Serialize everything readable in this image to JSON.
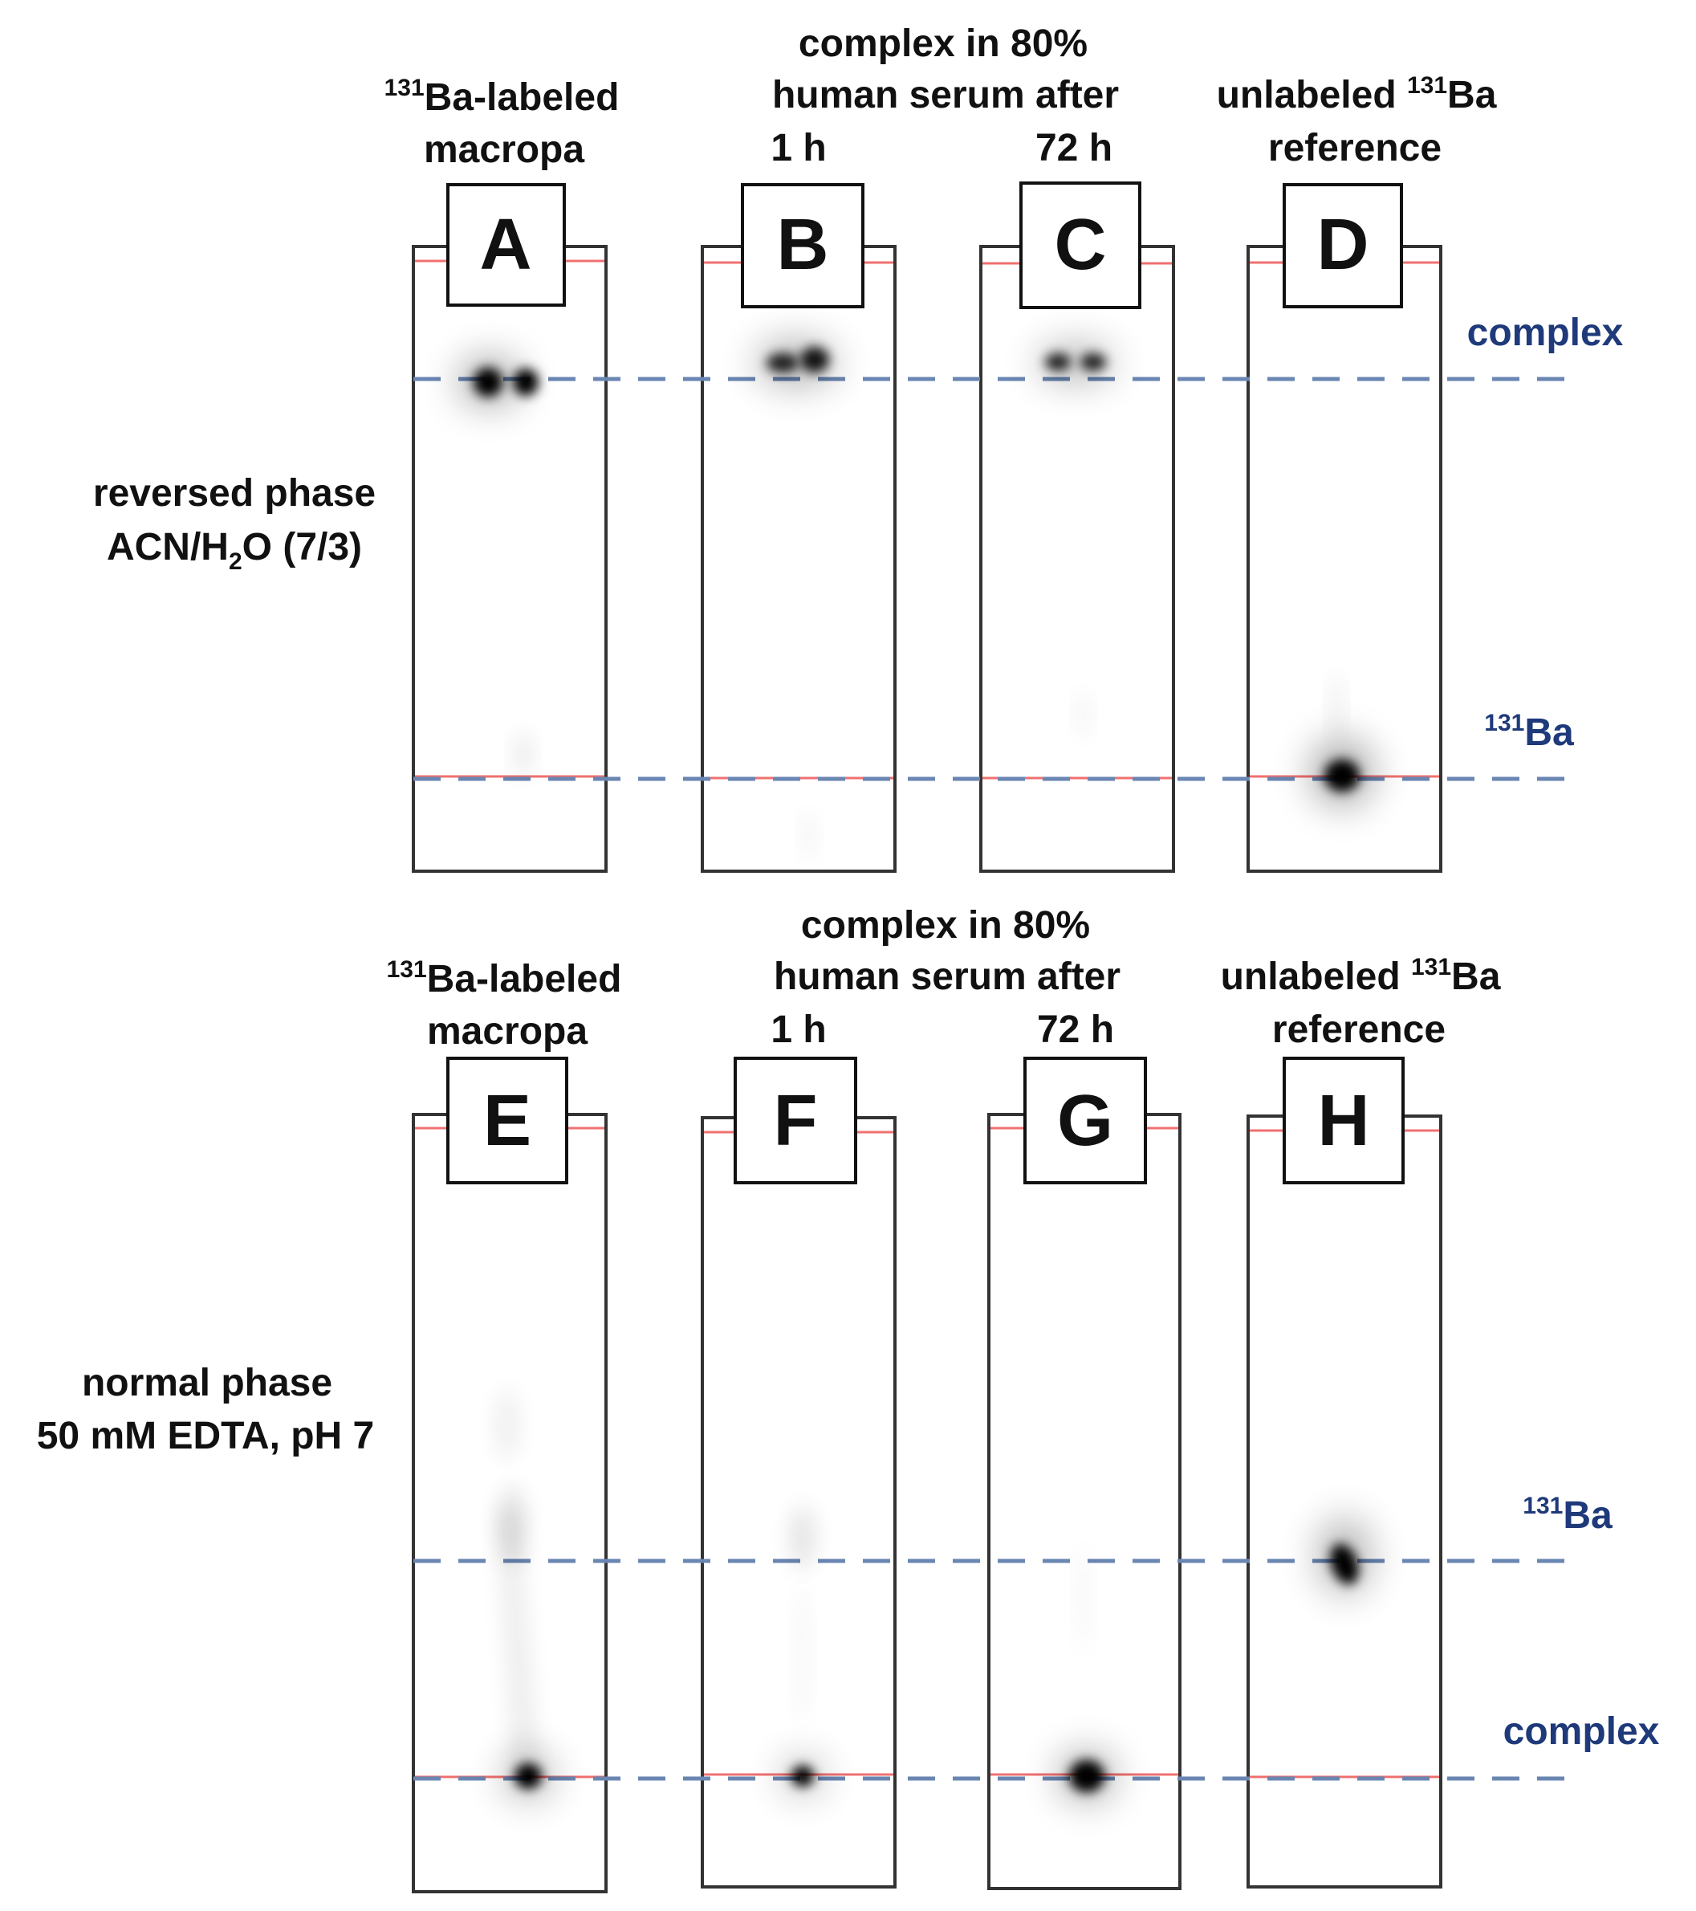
{
  "top_section": {
    "row_label": {
      "line1": "reversed phase",
      "line2_pre": "ACN/H",
      "line2_sub": "2",
      "line2_post": "O (7/3)"
    },
    "col_a": {
      "sup": "131",
      "line1": "Ba-labeled",
      "line2": "macropa"
    },
    "col_bc": {
      "line1": "complex in 80%",
      "line2": "human serum after",
      "time_b": "1 h",
      "time_c": "72 h"
    },
    "col_d": {
      "line1_pre": "unlabeled ",
      "sup": "131",
      "line1_post": "Ba",
      "line2": "reference"
    },
    "strips": [
      "A",
      "B",
      "C",
      "D"
    ],
    "marker_complex": "complex",
    "marker_ba": {
      "sup": "131",
      "text": "Ba"
    }
  },
  "bottom_section": {
    "row_label": {
      "line1": "normal phase",
      "line2": "50 mM EDTA, pH 7"
    },
    "col_e": {
      "sup": "131",
      "line1": "Ba-labeled",
      "line2": "macropa"
    },
    "col_fg": {
      "line1": "complex in 80%",
      "line2": "human serum after",
      "time_f": "1 h",
      "time_g": "72 h"
    },
    "col_h": {
      "line1_pre": "unlabeled ",
      "sup": "131",
      "line1_post": "Ba",
      "line2": "reference"
    },
    "strips": [
      "E",
      "F",
      "G",
      "H"
    ],
    "marker_ba": {
      "sup": "131",
      "text": "Ba"
    },
    "marker_complex": "complex"
  },
  "colors": {
    "text": "#111111",
    "marker_text": "#1f3a7a",
    "dashed_line": "#6a86b2",
    "red_line": "#f07070",
    "spot": "#000000"
  }
}
